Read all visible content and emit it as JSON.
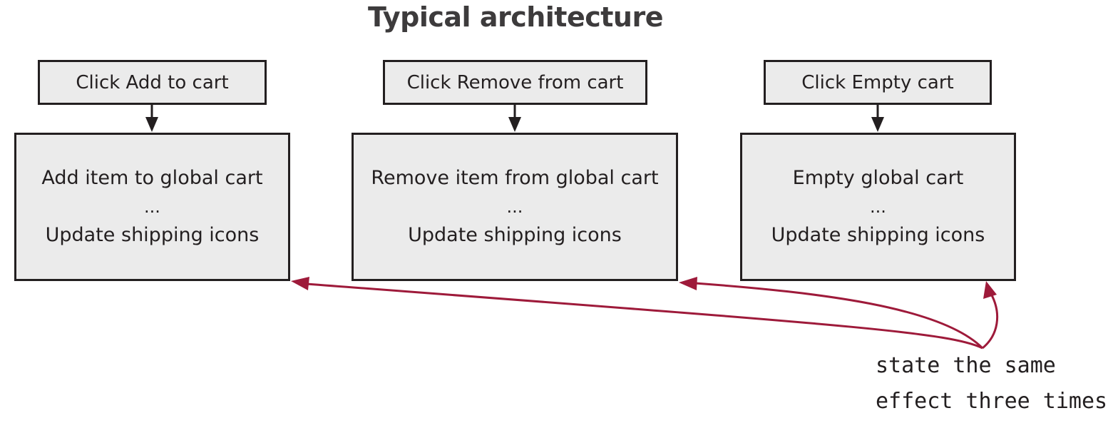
{
  "title": "Typical architecture",
  "columns": [
    {
      "trigger": "Click Add to cart",
      "action_line1": "Add item to global cart",
      "action_ellipsis": "...",
      "action_line2": "Update shipping icons"
    },
    {
      "trigger": "Click Remove from cart",
      "action_line1": "Remove item from global cart",
      "action_ellipsis": "...",
      "action_line2": "Update shipping icons"
    },
    {
      "trigger": "Click Empty cart",
      "action_line1": "Empty global cart",
      "action_ellipsis": "...",
      "action_line2": "Update shipping icons"
    }
  ],
  "annotation": {
    "line1": "state the same",
    "line2": "effect three times"
  },
  "colors": {
    "box_fill": "#ebebeb",
    "box_border": "#231f20",
    "title": "#3d3b3c",
    "annotation_arrow": "#9e1a3a"
  }
}
